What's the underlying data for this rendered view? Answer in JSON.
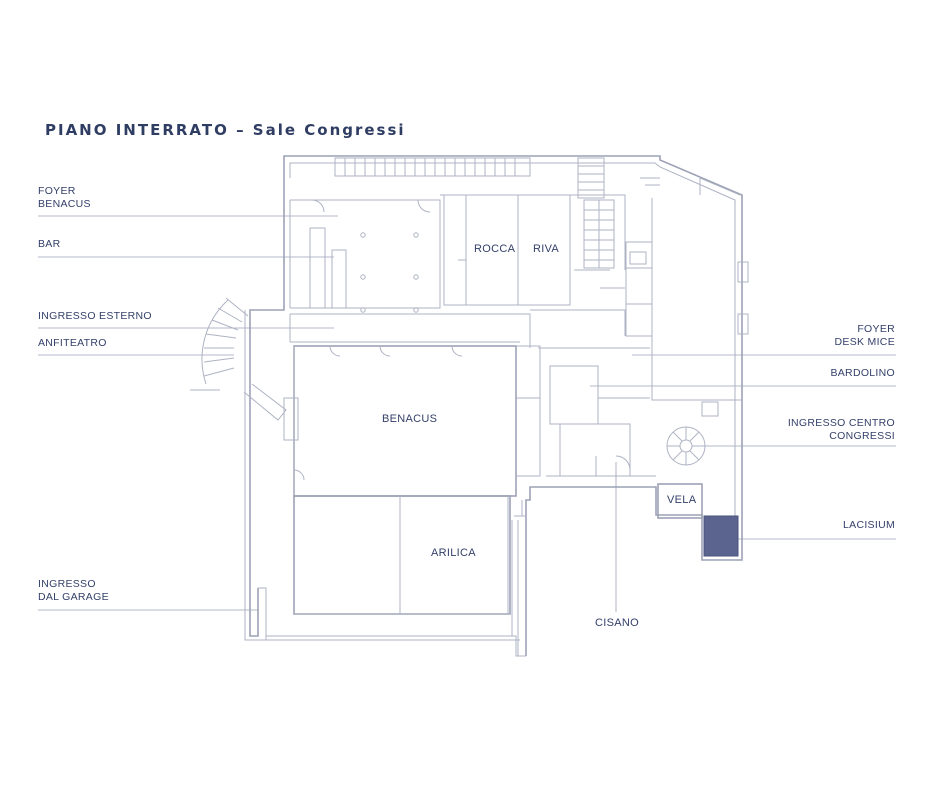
{
  "title": "PIANO INTERRATO – Sale Congressi",
  "left_labels": {
    "foyer_benacus": "FOYER\nBENACUS",
    "bar": "BAR",
    "ingresso_esterno": "INGRESSO ESTERNO",
    "anfiteatro": "ANFITEATRO",
    "ingresso_garage": "INGRESSO\nDAL GARAGE"
  },
  "right_labels": {
    "foyer_desk_mice": "FOYER\nDESK MICE",
    "bardolino": "BARDOLINO",
    "ingresso_centro": "INGRESSO CENTRO\nCONGRESSI",
    "lacisium": "LACISIUM"
  },
  "rooms": {
    "rocca": "ROCCA",
    "riva": "RIVA",
    "benacus": "BENACUS",
    "arilica": "ARILICA",
    "vela": "VELA",
    "cisano": "CISANO"
  },
  "colors": {
    "text": "#34406a",
    "walls": "#aeb3c3",
    "highlight": "#5b648e"
  }
}
